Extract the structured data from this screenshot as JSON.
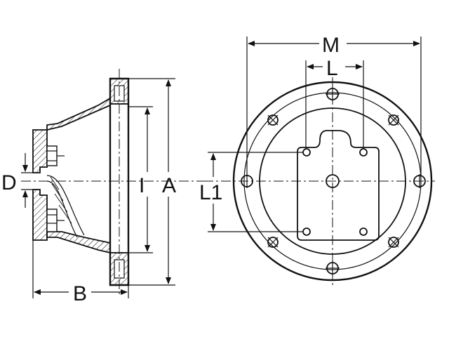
{
  "labels": {
    "A": "A",
    "B": "B",
    "D": "D",
    "I": "I",
    "M": "M",
    "L": "L",
    "L1": "L1"
  }
}
